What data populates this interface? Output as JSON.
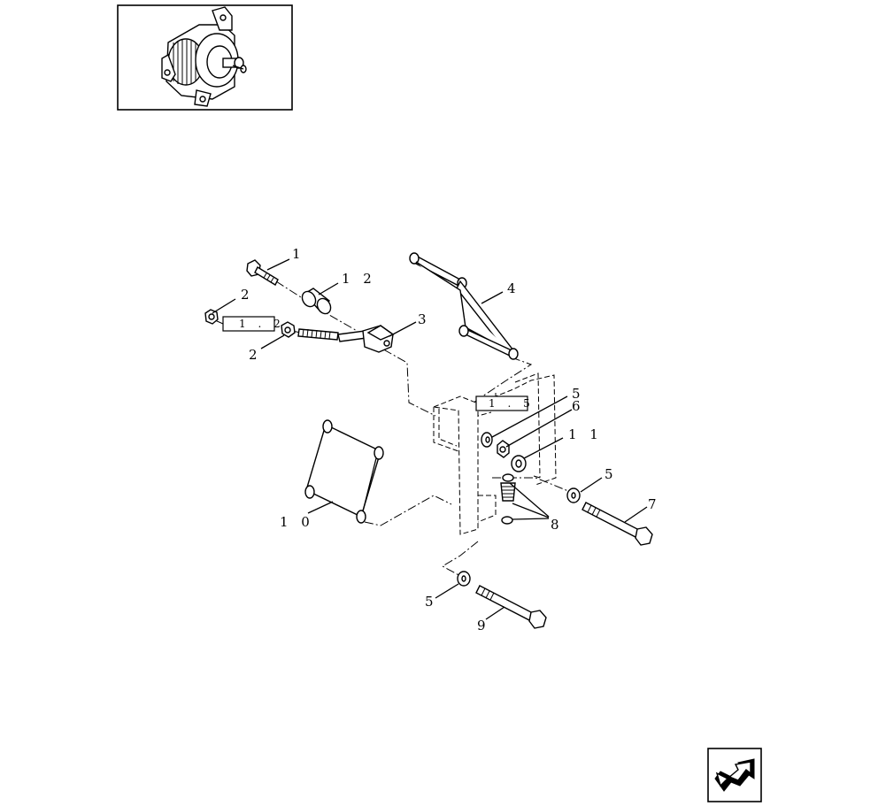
{
  "callouts": {
    "c1": "1",
    "c12": "1 2",
    "c2a": "2",
    "c2b": "2",
    "c3": "3",
    "c4": "4",
    "c5a": "5",
    "c6": "6",
    "c11": "1 1",
    "c5b": "5",
    "c7": "7",
    "c8": "8",
    "c10": "1 0",
    "c5c": "5",
    "c9": "9"
  },
  "refs": {
    "ref_a": "1 . 2",
    "ref_b": "1 . 5"
  },
  "icons": {
    "thumbnail": "alternator-thumbnail-icon",
    "nav": "next-page-arrow-icon"
  }
}
